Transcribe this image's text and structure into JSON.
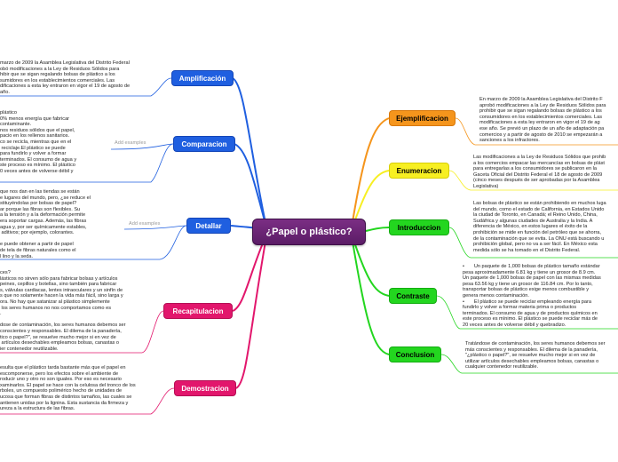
{
  "central": "¿Papel o plástico?",
  "left": {
    "amplificacion": {
      "label": "Amplificación",
      "text": "marzo de 2009 la Asamblea Legislativa del Distrito Federal\nobó modificaciones a la Ley de Residuos Sólidos para\nhibir que se sigan regalando bolsas de plástico a los\nsumidores en los establecimientos comerciales. Las\ndificaciones a esta ley entraron en vigor el 19 de agosto de\naño."
    },
    "comparacion": {
      "label": "Comparacion",
      "sub": "Add examples",
      "text": "plástico\n0% menos energía que fabricar\ncontaminante.\nnos residuos sólidos que el papel,\npacio en los rellenos sanitarios.\nco se recicla, mientras que en el\n reciclaje.El plástico se puede\npara fundirlo y volver a formar\nterminados. El consumo de agua y\nste proceso es mínimo. El plástico\n0 veces antes de volverse débil y"
    },
    "detallar": {
      "label": "Detallar",
      "sub": "Add examples",
      "text": "que nos dan en las tiendas se están\ne lugares del mundo, pero, ¿se reduce el\nstituyéndolas por bolsas de papel?\nar porque las fibras son flexibles. Su\na la tensión y a la deformación permite\nera soportar cargas. Además, las fibras\nagua y, por ser químicamente estables,\n aditivos; por ejemplo, colorantes.\n\ne puede obtener a partir de papel\nde tela de fibras naturales como el\nl lino y la seda."
    },
    "recapitulacion": {
      "label": "Recapitulacion",
      "text": "ces?\nlásticos no sirven sólo para fabricar bolsas y artículos\npeines, cepillos y botellas, sino también para fabricar\ns, válvulas cardiacas, lentes intraoculares y un sinfín de\ns que no solamente hacen la vida más fácil, sino larga y\nora. No hay que satanizar al plástico simplemente\n los seres humanos no nos comportamos como es\n.\n\ndose de contaminación, los seres humanos debemos ser\nconscientes y responsables. El dilema de la panadería,\ntico o papel?\", se resuelve mucho mejor si en vez de\n artículos desechables empleamos bolsas, canastas o\nier contenedor reutilizable."
    },
    "demostracion": {
      "label": "Demostracion",
      "text": "esulta que el plástico tarda bastante más que el papel en\nescomponerse, pero los efectos sobre el ambiente de\nroducir uno y otro no son iguales. Por eso es necesario\nxaminarlos. El papel se hace con la celulosa del tronco de los\nrboles, un compuesto polimérico hecho de unidades de\nucosa que forman fibras de distintos tamaños, las cuales se\nantienen unidas por la lignina. Esta sustancia da firmeza y\nureza a la estructura de las fibras."
    }
  },
  "right": {
    "ejemplificacion": {
      "label": "Ejemplificacion",
      "text": "En marzo de 2009 la Asamblea Legislativa del Distrito F\naprobó modificaciones a la Ley de Residuos Sólidos para\nprohibir que se sigan regalando bolsas de plástico a los\nconsumidores en los establecimientos comerciales. Las\nmodificaciones a esta ley entraron en vigor el 19 de ag\nese año. Se previó un plazo de un año de adaptación pa\ncomercios y a partir de agosto de 2010 se empezarán a\nsanciones a los infractores."
    },
    "enumeracion": {
      "label": "Enumeracion",
      "text": "Las modificaciones a la Ley de Residuos Sólidos que prohib\na los comercios empacar las mercancías en bolsas de plást\npara entregarlas a los consumidores se publicaron en la\nGaceta Oficial del Distrito Federal el 18 de agosto de 2009\n(cinco meses después de ser aprobadas por la Asamblea\nLegislativa)"
    },
    "introduccion": {
      "label": "Introduccion",
      "text": "Las bolsas de plástico se están prohibiendo en muchos luga\ndel mundo, como el estado de California, en Estados Unido\nla ciudad de Toronto, en Canadá; el Reino Unido, China,\nSudáfrica y algunas ciudades de Australia y la India. A\ndiferencia de México, en estos lugares el éxito de la\nprohibición se mide en función del petróleo que se ahorra,\nde la contaminación que se evita. La ONU está buscando u\nprohibición global, pero no va a ser fácil. En México esta\nmedida sólo se ha tomado en el Distrito Federal."
    },
    "contraste": {
      "label": "Contraste",
      "text": "•       Un paquete de 1,000 bolsas de plástico tamaño estándar\npesa aproximadamente 6.81 kg y tiene un grosor de 8.9 cm.\nUn paquete de 1,000 bolsas de papel con las mismas medidas\npesa 63.56 kg y tiene un grosor de 116.84 cm. Por lo tanto,\ntransportar bolsas de plástico exige menos combustible y\ngenera menos contaminación.\n•       El plástico se puede reciclar empleando energía para\nfundirlo y volver a formar materia prima o productos\nterminados. El consumo de agua y de productos químicos en\neste proceso es mínimo. El plástico se puede reciclar más de\n20 veces antes de volverse débil y quebradizo."
    },
    "conclusion": {
      "label": "Conclusion",
      "text": "Tratándose de contaminación, los seres humanos debemos ser\nmás conscientes y responsables. El dilema de la panadería,\n\"¿plástico o papel?\", se resuelve mucho mejor si en vez de\nutilizar artículos desechables empleamos bolsas, canastas o\ncualquier contenedor reutilizable."
    }
  },
  "colors": {
    "central": "#6a2374",
    "blue": "#1f5fe0",
    "magenta": "#e2166c",
    "orange": "#f5951c",
    "yellow": "#f7ef22",
    "green": "#23d61f"
  }
}
